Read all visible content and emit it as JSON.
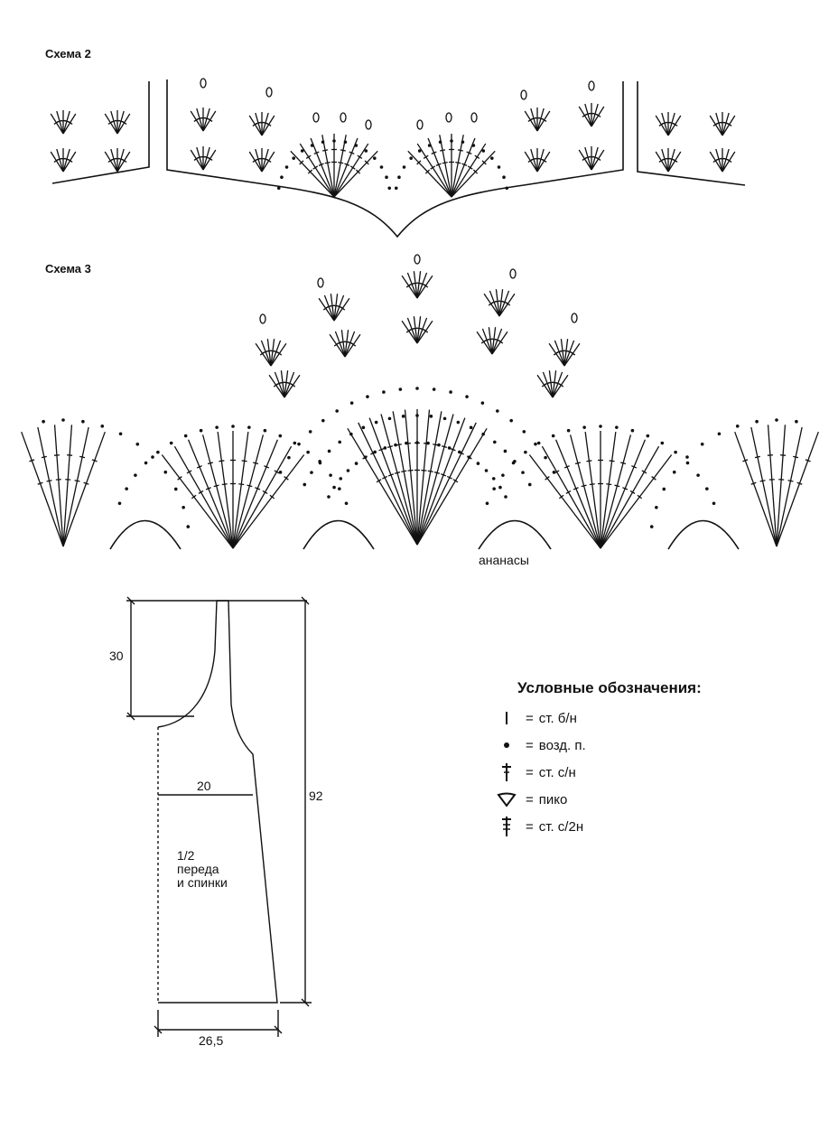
{
  "diagrams": {
    "scheme2_label": "Схема 2",
    "scheme3_label": "Схема 3",
    "pineapple_label": "ананасы"
  },
  "pattern": {
    "width_top": "20",
    "width_bottom": "26,5",
    "armhole_depth": "30",
    "length": "92",
    "part_name_line1": "1/2",
    "part_name_line2": "переда",
    "part_name_line3": "и спинки"
  },
  "legend": {
    "title": "Условные обозначения:",
    "items": [
      {
        "icon": "single-crochet-icon",
        "text": "ст. б/н"
      },
      {
        "icon": "chain-stitch-icon",
        "text": "возд. п."
      },
      {
        "icon": "double-crochet-icon",
        "text": "ст. с/н"
      },
      {
        "icon": "picot-icon",
        "text": "пико"
      },
      {
        "icon": "treble-crochet-icon",
        "text": "ст. с/2н"
      }
    ]
  }
}
